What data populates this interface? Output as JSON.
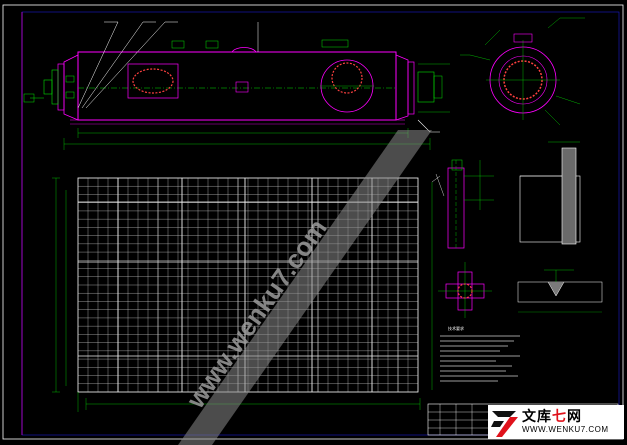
{
  "watermark": {
    "text": "www.wenku7.com"
  },
  "logo": {
    "cn_prefix": "文库",
    "cn_red": "七",
    "cn_suffix": "网",
    "url": "WWW.WENKU7.COM"
  },
  "notes": {
    "title": "技术要求"
  },
  "colors": {
    "background": "#000000",
    "border": "#ffffff",
    "frame": "#1010c8",
    "vessel": "#ff00ff",
    "dimension": "#00e000",
    "grid": "#ffffff",
    "accent": "#e0121b"
  }
}
